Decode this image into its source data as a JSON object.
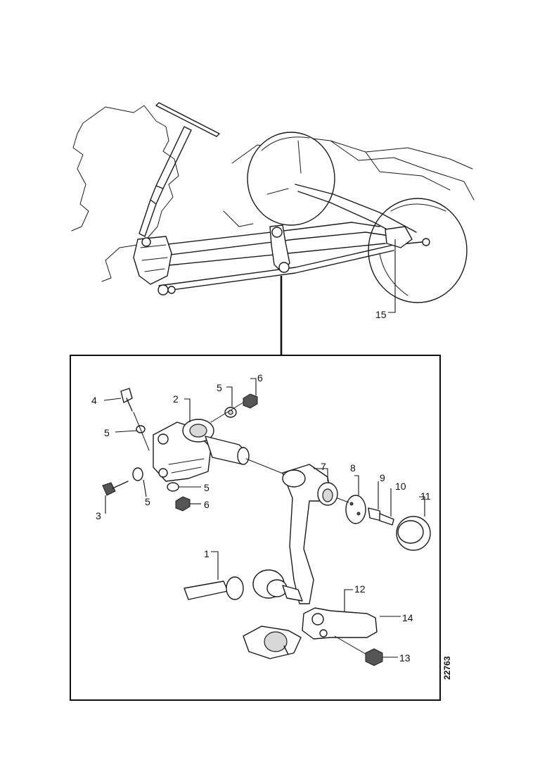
{
  "callouts": {
    "c1": "1",
    "c2": "2",
    "c3": "3",
    "c4": "4",
    "c5a": "5",
    "c5b": "5",
    "c5c": "5",
    "c5d": "5",
    "c6a": "6",
    "c6b": "6",
    "c7": "7",
    "c8": "8",
    "c9": "9",
    "c10": "10",
    "c11": "11",
    "c12": "12",
    "c13": "13",
    "c14": "14",
    "c15": "15"
  },
  "reference_number": "22763"
}
